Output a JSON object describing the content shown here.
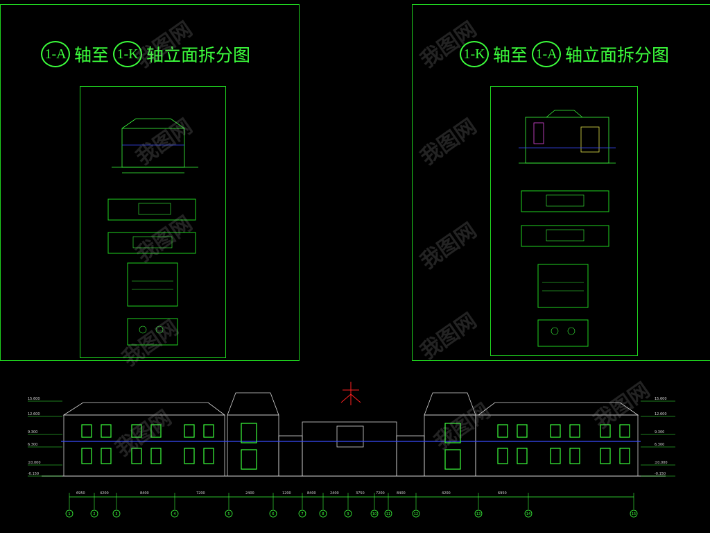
{
  "sheet_left": {
    "title_axis_from": "1-A",
    "title_mid": "轴至",
    "title_axis_to": "1-K",
    "title_tail": "轴立面拆分图"
  },
  "sheet_right": {
    "title_axis_from": "1-K",
    "title_mid": "轴至",
    "title_axis_to": "1-A",
    "title_tail": "轴立面拆分图"
  },
  "watermark": {
    "text": "我图网"
  },
  "colors": {
    "line": "#1fd41f",
    "bright": "#3cff3c",
    "white": "#d8d8d8",
    "blue": "#3a4cff",
    "red": "#ff2020",
    "yellow": "#e6e64a"
  },
  "elevation": {
    "left_levels": [
      "15.600",
      "12.600",
      "9.300",
      "6.300",
      "±0.000",
      "-0.150"
    ],
    "right_levels": [
      "15.600",
      "12.600",
      "9.300",
      "6.300",
      "±0.000",
      "-0.150"
    ],
    "dims_top": [
      "6950",
      "4200",
      "8400",
      "7200",
      "2400",
      "1200",
      "8400",
      "2400",
      "3750",
      "7200",
      "8400",
      "4200",
      "6950"
    ],
    "axis_labels": [
      "1",
      "2",
      "3",
      "4",
      "5",
      "6",
      "7",
      "8",
      "9",
      "10",
      "11",
      "12",
      "13",
      "14",
      "15"
    ]
  },
  "icons": {
    "north": "north-arrow-icon"
  }
}
